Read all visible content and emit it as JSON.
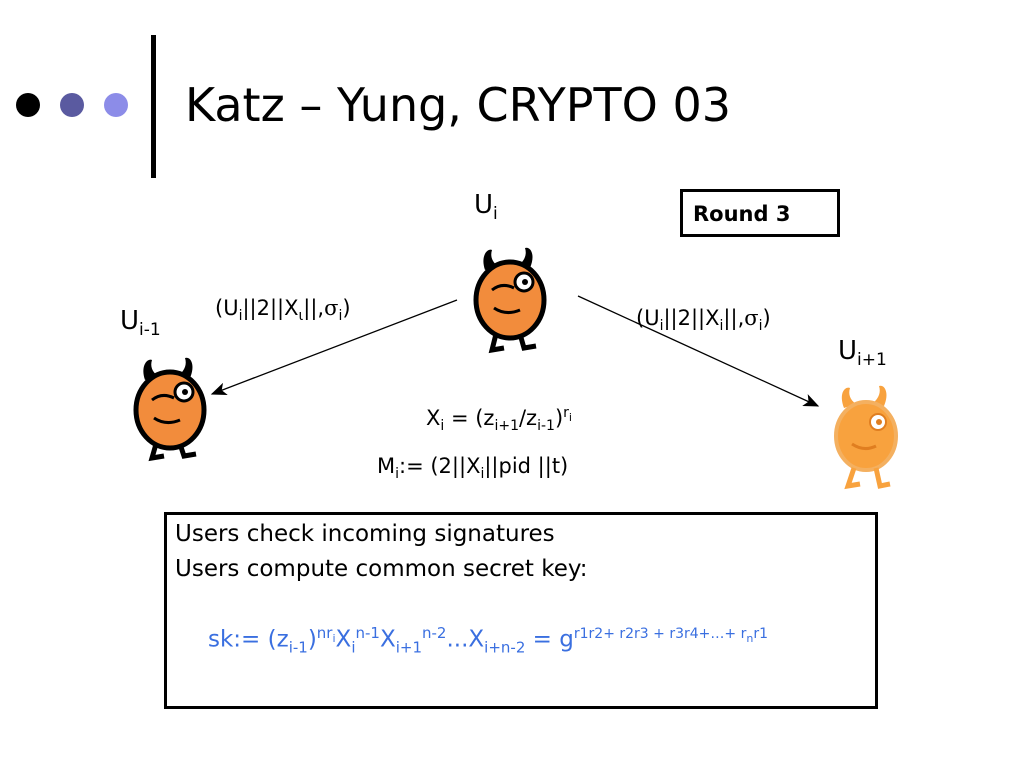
{
  "slide": {
    "title": "Katz – Yung, CRYPTO 03",
    "round_label": "Round 3",
    "users": {
      "center": {
        "base": "U",
        "sub": "i"
      },
      "left": {
        "base": "U",
        "sub": "i-1"
      },
      "right": {
        "base": "U",
        "sub": "i+1"
      }
    },
    "messages": {
      "left": {
        "open": "(U",
        "sub1": "i",
        "mid": "||2||X",
        "sub2": "ι",
        "sep": "||,",
        "sigma": "σ",
        "sub3": "i",
        "close": ")"
      },
      "right": {
        "open": "(U",
        "sub1": "i",
        "mid": "||2||X",
        "sub2": "i",
        "sep": "||,",
        "sigma": "σ",
        "sub3": "i",
        "close": ")"
      }
    },
    "equations": {
      "x": {
        "lhs": "X",
        "lhs_sub": "i",
        "eq": " = (z",
        "s1": "i+1",
        "slash": "/z",
        "s2": "i-1",
        "rp": ")",
        "exp_r": "r",
        "exp_i": "i"
      },
      "m": {
        "lhs": "M",
        "lhs_sub": "i",
        "eq": ":= (2||X",
        "s1": "i",
        "rest": "||pid ||t)"
      }
    },
    "box": {
      "line1": "Users check incoming signatures",
      "line2": "Users compute common secret key:"
    },
    "sk": {
      "p1": "sk:= (z",
      "p1_sub": "i-1",
      "p1_close": ")",
      "p1_exp": "nr",
      "p1_exp_sub": "i",
      "x1": "X",
      "x1_sub": "i",
      "x1_exp": "n-1",
      "x2": "X",
      "x2_sub": "i+1",
      "x2_exp": "n-2",
      "dots": "...",
      "x3": "X",
      "x3_sub": "i+n-2",
      "eq": " = g",
      "g_exp": "r1r2+ r2r3 + r3r4+…+ r",
      "g_exp_n": "n",
      "g_exp_end": "r1"
    },
    "colors": {
      "dot1": "#000000",
      "dot2": "#5a5aa0",
      "dot3": "#8c8ce8",
      "face_dark": "#f28c3c",
      "face_light": "#f8a23e",
      "sk_text": "#3a6fe0"
    }
  }
}
